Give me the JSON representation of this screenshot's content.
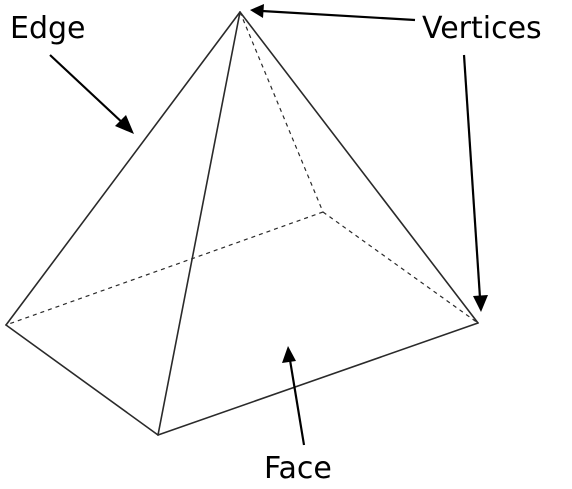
{
  "labels": {
    "edge": "Edge",
    "vertices": "Vertices",
    "face": "Face"
  },
  "colors": {
    "line": "#2a2a2a",
    "text": "#000000",
    "background": "#ffffff"
  }
}
